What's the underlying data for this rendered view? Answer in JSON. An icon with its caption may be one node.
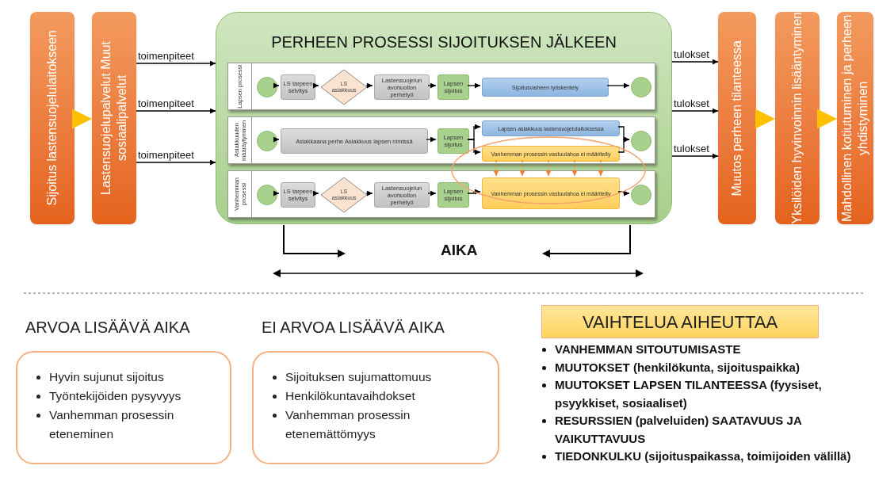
{
  "diagram": {
    "nodes": [
      {
        "text": [
          "Sijoitus lastensuojelulaitokseen"
        ]
      },
      {
        "text": [
          "Lastensuojelupalvelut Muut sosiaalipalvelut"
        ]
      },
      {
        "text": [
          "PERHEEN PROSESSI SIJOITUKSEN JÄLKEEN"
        ]
      },
      {
        "text": [
          "Lapsen prosessi"
        ],
        "in": 2
      },
      {
        "text": [],
        "shape": "circle",
        "in": 3
      },
      {
        "text": [
          "LS tarpeen selvitys"
        ],
        "in": 3
      },
      {
        "text": [
          "LS asiakkuus"
        ],
        "in": 3
      },
      {
        "text": [
          "Lastensuojelun avohuollon perhetyö"
        ],
        "in": 3
      },
      {
        "text": [
          "Lapsen sijoitus"
        ],
        "in": 3
      },
      {
        "text": [
          "Sijoitusvaiheen työskentely"
        ],
        "in": 3
      },
      {
        "text": [],
        "shape": "circle",
        "in": 3
      },
      {
        "text": [
          "Asiakkuuden määräytyminen"
        ],
        "in": 2
      },
      {
        "text": [],
        "shape": "circle",
        "in": 11
      },
      {
        "text": [
          "Asiakkaana perhe Asiakkuus lapsen nimissä"
        ],
        "in": 11
      },
      {
        "text": [
          "Lapsen sijoitus"
        ],
        "in": 11
      },
      {
        "text": [
          "Lapsen asiakkuus lastensuojelulaitoksessa"
        ],
        "in": 11
      },
      {
        "text": [
          "Vanhemman prosessin vastuutahoa ei määritelty"
        ],
        "in": 11
      },
      {
        "text": [],
        "shape": "circle",
        "in": 11
      },
      {
        "text": [
          "Vanhemman prosessi"
        ],
        "in": 2
      },
      {
        "text": [],
        "shape": "circle",
        "in": 18
      },
      {
        "text": [
          "LS tarpeen selvitys"
        ],
        "in": 18
      },
      {
        "text": [
          "LS asiakkuus"
        ],
        "in": 18
      },
      {
        "text": [
          "Lastensuojelun avohuollon perhetyö"
        ],
        "in": 18
      },
      {
        "text": [
          "Lapsen sijoitus"
        ],
        "in": 18
      },
      {
        "text": [
          "Vanhemman prosessin vastuutahoa ei määritelty"
        ],
        "in": 18
      },
      {
        "text": [],
        "shape": "circle",
        "in": 18
      },
      {
        "text": [
          "Muutos perheen tilanteessa"
        ]
      },
      {
        "text": [
          "Yksilöiden hyvinvoinnin lisääntyminen"
        ]
      },
      {
        "text": [
          "Mahdollinen kotiutuminen ja perheen yhdistyminen"
        ]
      },
      {
        "text": [
          "ARVOA LISÄÄVÄ AIKA",
          "Hyvin sujunut sijoitus",
          "Työntekijöiden pysyvyys",
          "Vanhemman prosessin eteneminen"
        ]
      },
      {
        "text": [
          "EI ARVOA LISÄÄVÄ AIKA",
          "Sijoituksen sujumattomuus",
          "Henkilökuntavaihdokset",
          "Vanhemman prosessin etenemättömyys"
        ]
      },
      {
        "text": [
          "VAIHTELUA AIHEUTTAA"
        ],
        "beside": [
          "VANHEMMAN SITOUTUMISASTE",
          "MUUTOKSET (henkilökunta, sijoituspaikka)",
          "MUUTOKSET LAPSEN TILANTEESSA (fyysiset, psyykkiset, sosiaaliset)",
          "RESURSSIEN (palveluiden) SAATAVUUS JA VAIKUTTAVUUS",
          "TIEDONKULKU (sijoituspaikassa, toimijoiden välillä)"
        ]
      }
    ],
    "edges": [
      {
        "from": 0,
        "to": 1,
        "arrow": "to",
        "style": "thick",
        "color": "#ffc000"
      },
      {
        "from": 1,
        "to": 2,
        "arrow": "to",
        "label": "toimenpiteet"
      },
      {
        "from": 1,
        "to": 2,
        "arrow": "to",
        "label": "toimenpiteet"
      },
      {
        "from": 1,
        "to": 2,
        "arrow": "to",
        "label": "toimenpiteet"
      },
      {
        "from": 2,
        "to": 26,
        "arrow": "to",
        "label": "tulokset"
      },
      {
        "from": 2,
        "to": 26,
        "arrow": "to",
        "label": "tulokset"
      },
      {
        "from": 2,
        "to": 26,
        "arrow": "to",
        "label": "tulokset"
      },
      {
        "from": 26,
        "to": 27,
        "arrow": "to",
        "style": "thick",
        "color": "#ffc000"
      },
      {
        "from": 27,
        "to": 28,
        "arrow": "to",
        "style": "thick",
        "color": "#ffc000"
      },
      {
        "from": 4,
        "to": 5,
        "arrow": "to"
      },
      {
        "from": 5,
        "to": 6,
        "arrow": "to"
      },
      {
        "from": 6,
        "to": 7,
        "arrow": "to"
      },
      {
        "from": 7,
        "to": 8,
        "arrow": "to"
      },
      {
        "from": 8,
        "to": 9,
        "arrow": "to"
      },
      {
        "from": 9,
        "to": 10,
        "arrow": "to"
      },
      {
        "from": 12,
        "to": 13,
        "arrow": "to"
      },
      {
        "from": 13,
        "to": 14,
        "arrow": "to"
      },
      {
        "from": 14,
        "to": 15,
        "arrow": "to"
      },
      {
        "from": 14,
        "to": 16,
        "arrow": "to"
      },
      {
        "from": 15,
        "to": 17,
        "arrow": "to"
      },
      {
        "from": 16,
        "to": 17,
        "arrow": "to"
      },
      {
        "from": 19,
        "to": 20,
        "arrow": "to"
      },
      {
        "from": 20,
        "to": 21,
        "arrow": "to"
      },
      {
        "from": 21,
        "to": 22,
        "arrow": "to"
      },
      {
        "from": 22,
        "to": 23,
        "arrow": "to"
      },
      {
        "from": 23,
        "to": 24,
        "arrow": "to"
      },
      {
        "from": 24,
        "to": 25,
        "arrow": "to"
      },
      {
        "from": 16,
        "to": 24,
        "arrow": "to",
        "style": "dashed",
        "color": "#ed7d31"
      },
      {
        "from": 16,
        "to": 24,
        "arrow": "to",
        "style": "dashed",
        "color": "#ed7d31"
      },
      {
        "from": 16,
        "to": 24,
        "arrow": "to",
        "style": "dashed",
        "color": "#ed7d31"
      },
      {
        "from": 16,
        "to": 24,
        "arrow": "to",
        "style": "dashed",
        "color": "#ed7d31"
      },
      {
        "from": 16,
        "to": 24,
        "arrow": "to",
        "style": "dashed",
        "color": "#ed7d31"
      }
    ],
    "labels": [
      "AIKA"
    ]
  }
}
